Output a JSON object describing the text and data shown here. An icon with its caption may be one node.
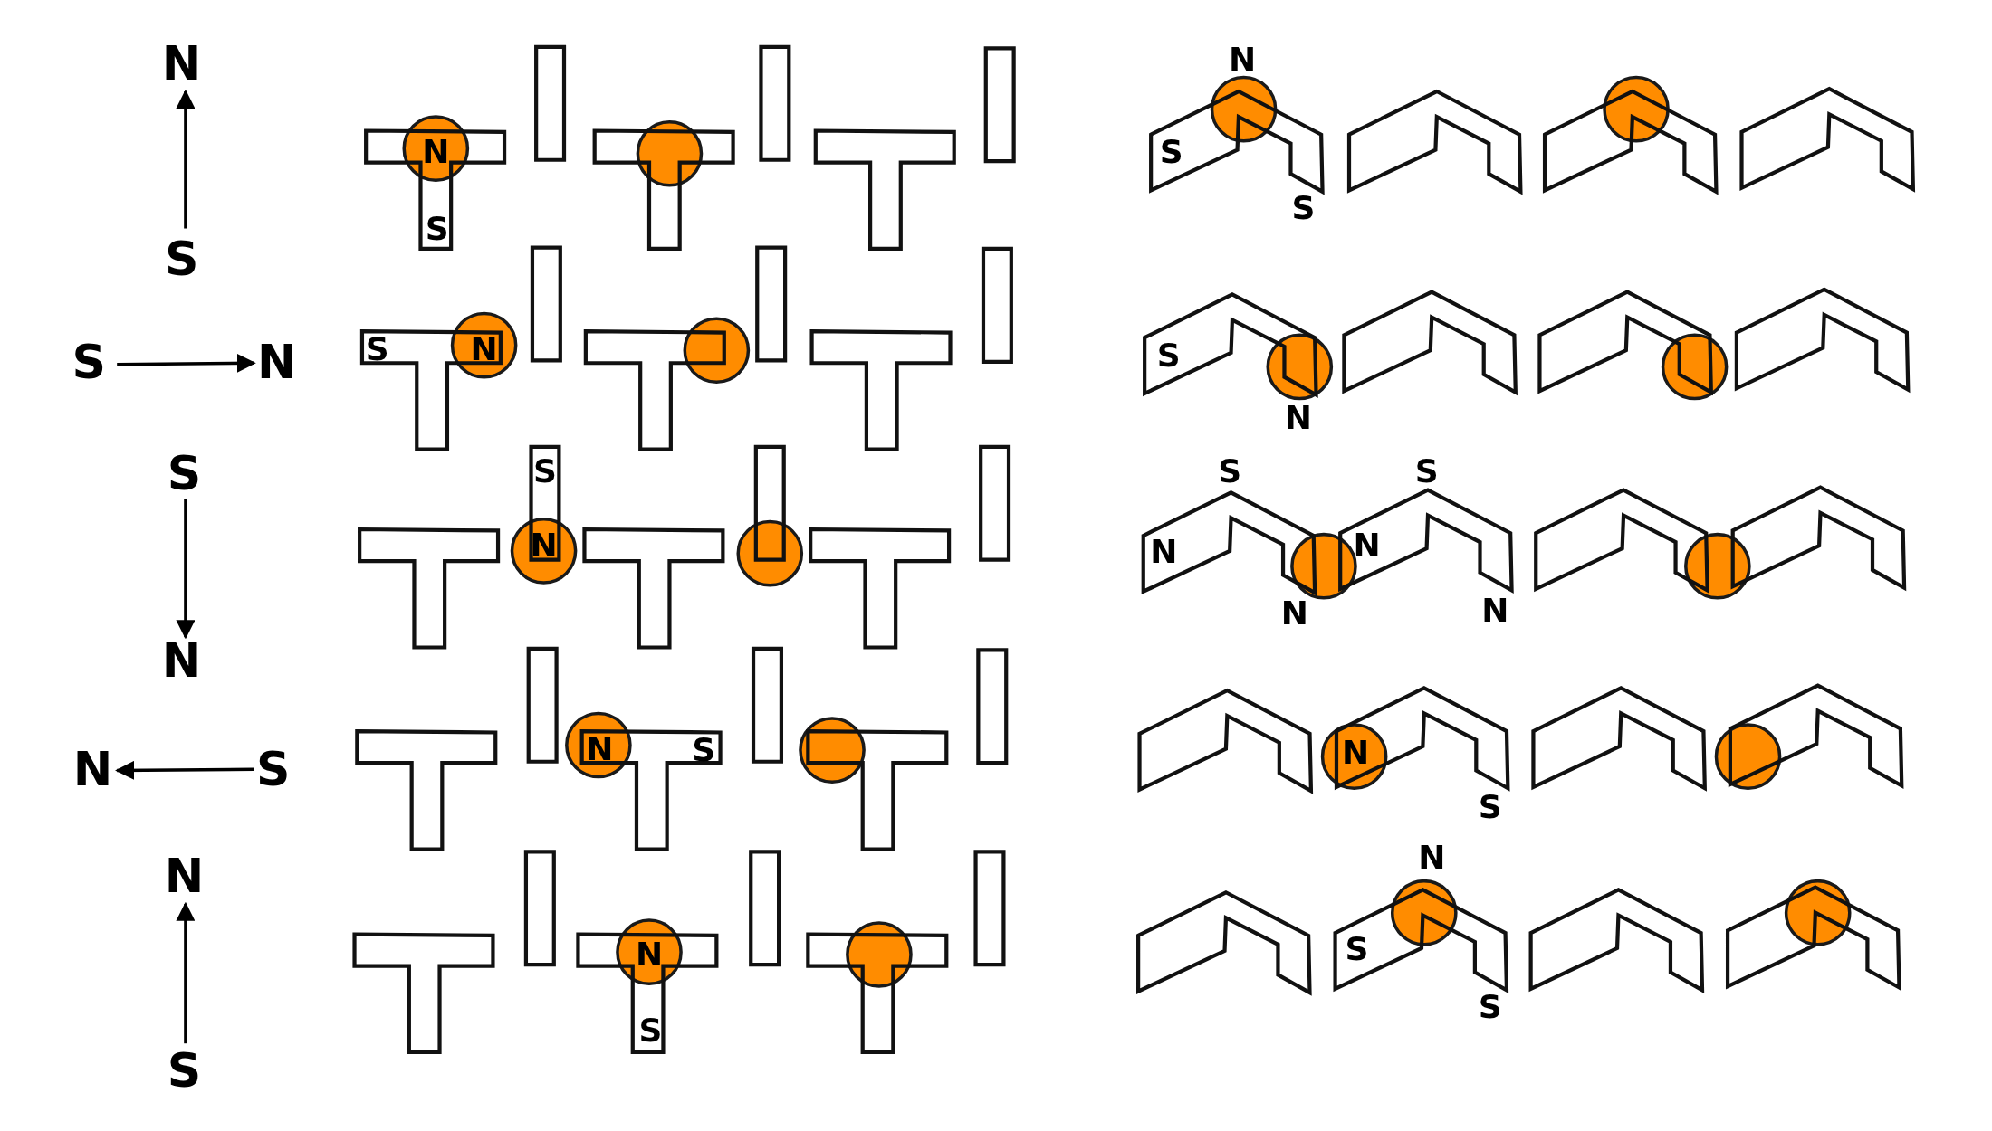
{
  "diagram": {
    "labels": [
      "N",
      "S",
      "N",
      "S",
      "N",
      "S",
      "S",
      "S",
      "N",
      "S",
      "N",
      "S",
      "N",
      "S",
      "N",
      "S",
      "N",
      "S",
      "S",
      "N",
      "N",
      "N",
      "N",
      "N",
      "S",
      "N",
      "S",
      "N",
      "S",
      "N",
      "S",
      "N",
      "S",
      "N",
      "S",
      "S"
    ]
  }
}
